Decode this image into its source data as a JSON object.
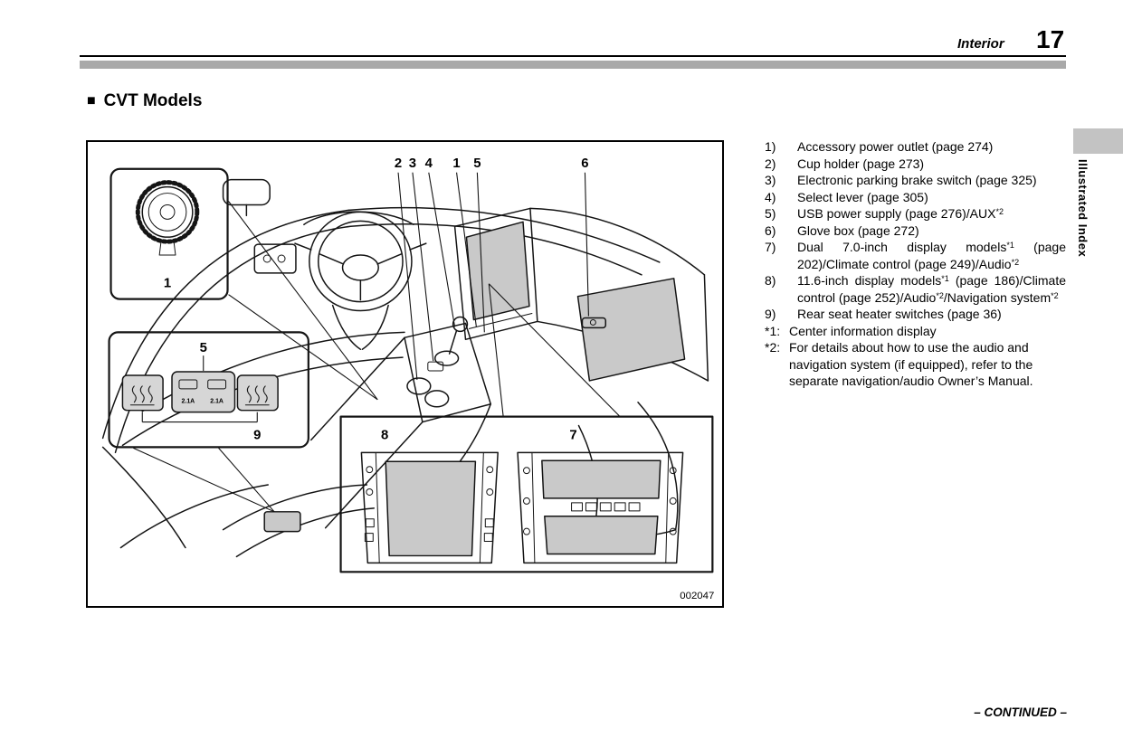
{
  "header": {
    "section_label": "Interior",
    "page_number": "17"
  },
  "heading": {
    "marker": "■",
    "text": "CVT Models"
  },
  "figure": {
    "code": "002047",
    "top_callouts": [
      "2",
      "3",
      "4",
      "1",
      "5",
      "6"
    ],
    "outlet_label": "1",
    "switch_top_label": "5",
    "switch_bottom_label": "9",
    "display_left_label": "8",
    "display_right_label": "7",
    "usb_port_labels": [
      "2.1A",
      "2.1A"
    ]
  },
  "legend": {
    "items": [
      {
        "num": "1)",
        "segments": [
          {
            "text": "Accessory power outlet (page 274)"
          }
        ]
      },
      {
        "num": "2)",
        "segments": [
          {
            "text": "Cup holder (page 273)"
          }
        ]
      },
      {
        "num": "3)",
        "segments": [
          {
            "text": "Electronic parking brake switch (page 325)"
          }
        ]
      },
      {
        "num": "4)",
        "segments": [
          {
            "text": "Select lever (page 305)"
          }
        ]
      },
      {
        "num": "5)",
        "segments": [
          {
            "text": "USB power supply (page 276)/AUX"
          },
          {
            "text": "*2",
            "sup": true
          }
        ]
      },
      {
        "num": "6)",
        "segments": [
          {
            "text": "Glove box (page 272)"
          }
        ]
      },
      {
        "num": "7)",
        "segments": [
          {
            "text": "Dual 7.0-inch display models"
          },
          {
            "text": "*1",
            "sup": true
          },
          {
            "text": " (page 202)/Climate control (page 249)/Audio"
          },
          {
            "text": "*2",
            "sup": true
          }
        ]
      },
      {
        "num": "8)",
        "segments": [
          {
            "text": "11.6-inch display models"
          },
          {
            "text": "*1",
            "sup": true
          },
          {
            "text": " (page 186)/Climate control (page 252)/Audio"
          },
          {
            "text": "*2",
            "sup": true
          },
          {
            "text": "/Navigation system"
          },
          {
            "text": "*2",
            "sup": true
          }
        ]
      },
      {
        "num": "9)",
        "segments": [
          {
            "text": "Rear seat heater switches (page 36)"
          }
        ]
      }
    ],
    "footnotes": [
      {
        "num": "*1:",
        "text": "Center information display"
      },
      {
        "num": "*2:",
        "text": "For details about how to use the audio and navigation system (if equipped), refer to the separate navigation/audio Owner’s Manual."
      }
    ]
  },
  "sidebar": {
    "tab_label": "Illustrated Index"
  },
  "footer": {
    "continued_label": "– CONTINUED –"
  }
}
